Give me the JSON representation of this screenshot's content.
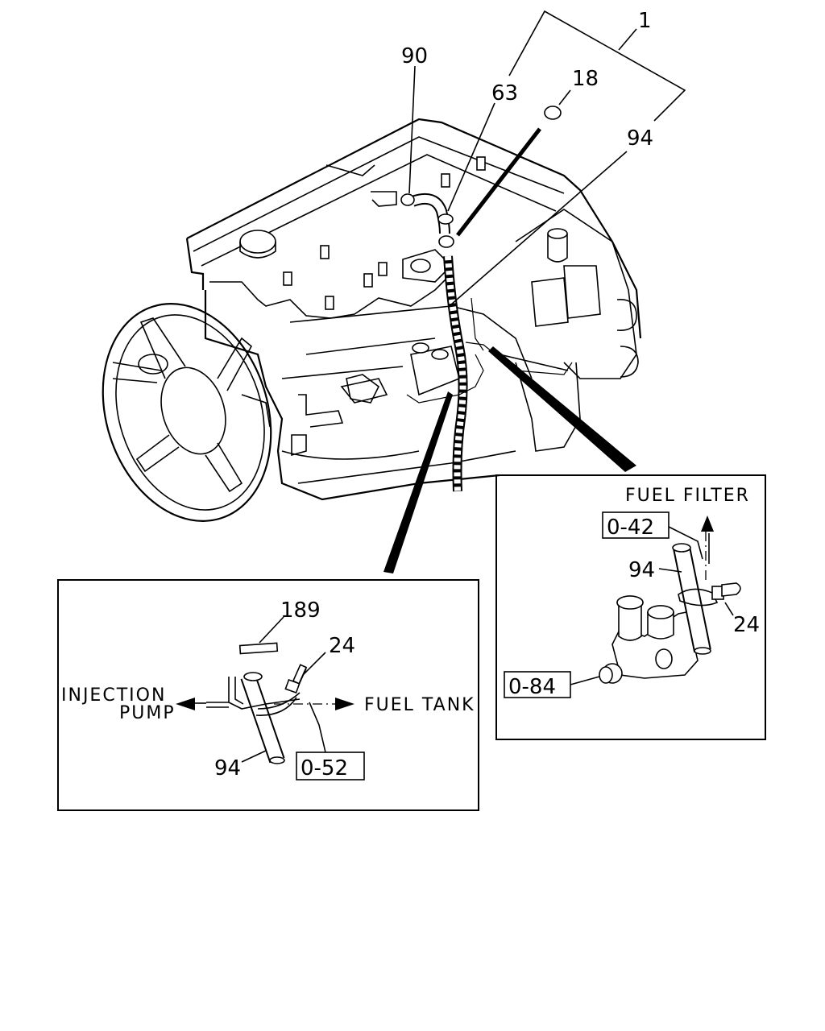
{
  "callouts": {
    "assembly": "1",
    "clamp_18": "18",
    "hose_63": "63",
    "clip_90": "90",
    "hose_94": "94",
    "sleeve_189": "189",
    "clip_24_left": "24",
    "hose_94_left": "94",
    "hose_94_right": "94",
    "clip_24_right": "24"
  },
  "references": {
    "ref_052": "0-52",
    "ref_042": "0-42",
    "ref_084": "0-84"
  },
  "direction_labels": {
    "injection_pump_line1": "INJECTION",
    "injection_pump_line2": "PUMP",
    "fuel_tank": "FUEL TANK",
    "fuel_filter": "FUEL FILTER"
  }
}
